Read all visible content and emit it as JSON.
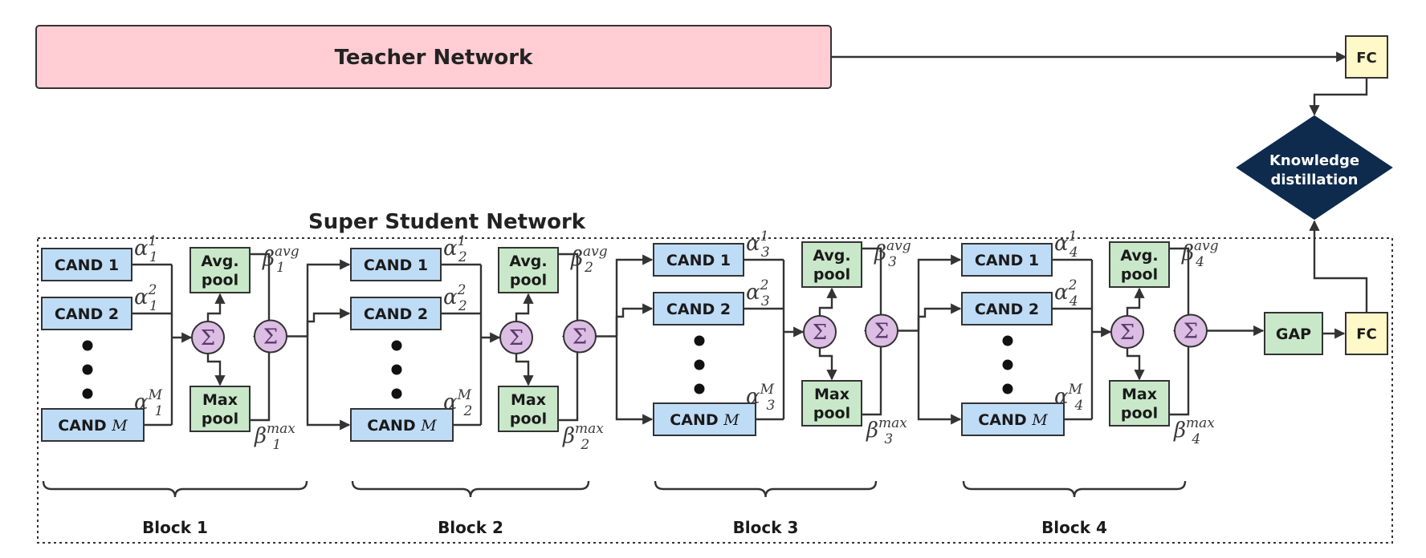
{
  "teacher": {
    "label": "Teacher Network"
  },
  "fc_label": "FC",
  "kd": {
    "line1": "Knowledge",
    "line2": "distillation"
  },
  "student": {
    "title": "Super Student Network"
  },
  "gap_label": "GAP",
  "sum_symbol": "Σ",
  "avg_pool": {
    "line1": "Avg.",
    "line2": "pool"
  },
  "max_pool": {
    "line1": "Max",
    "line2": "pool"
  },
  "dots": "•",
  "blocks": [
    {
      "label": "Block 1",
      "cands": [
        "CAND 1",
        "CAND 2",
        "CAND M"
      ],
      "alphas": [
        {
          "base": "α",
          "sub": "1",
          "sup": "1"
        },
        {
          "base": "α",
          "sub": "1",
          "sup": "2"
        },
        {
          "base": "α",
          "sub": "1",
          "sup": "M"
        }
      ],
      "betas": [
        {
          "base": "β",
          "sub": "1",
          "sup": "avg"
        },
        {
          "base": "β",
          "sub": "1",
          "sup": "max"
        }
      ]
    },
    {
      "label": "Block 2",
      "cands": [
        "CAND 1",
        "CAND 2",
        "CAND M"
      ],
      "alphas": [
        {
          "base": "α",
          "sub": "2",
          "sup": "1"
        },
        {
          "base": "α",
          "sub": "2",
          "sup": "2"
        },
        {
          "base": "α",
          "sub": "2",
          "sup": "M"
        }
      ],
      "betas": [
        {
          "base": "β",
          "sub": "2",
          "sup": "avg"
        },
        {
          "base": "β",
          "sub": "2",
          "sup": "max"
        }
      ]
    },
    {
      "label": "Block 3",
      "cands": [
        "CAND 1",
        "CAND 2",
        "CAND M"
      ],
      "alphas": [
        {
          "base": "α",
          "sub": "3",
          "sup": "1"
        },
        {
          "base": "α",
          "sub": "3",
          "sup": "2"
        },
        {
          "base": "α",
          "sub": "3",
          "sup": "M"
        }
      ],
      "betas": [
        {
          "base": "β",
          "sub": "3",
          "sup": "avg"
        },
        {
          "base": "β",
          "sub": "3",
          "sup": "max"
        }
      ]
    },
    {
      "label": "Block 4",
      "cands": [
        "CAND 1",
        "CAND 2",
        "CAND M"
      ],
      "alphas": [
        {
          "base": "α",
          "sub": "4",
          "sup": "1"
        },
        {
          "base": "α",
          "sub": "4",
          "sup": "2"
        },
        {
          "base": "α",
          "sub": "4",
          "sup": "M"
        }
      ],
      "betas": [
        {
          "base": "β",
          "sub": "4",
          "sup": "avg"
        },
        {
          "base": "β",
          "sub": "4",
          "sup": "max"
        }
      ]
    }
  ],
  "colors": {
    "teacher_fill": "#ffcdd3",
    "cand_fill": "#bfdcf7",
    "pool_fill": "#c9e8c9",
    "fc_fill": "#fff8c8",
    "sum_fill": "#dcbde4",
    "kd_fill": "#0e2b4e",
    "stroke": "#333333"
  }
}
